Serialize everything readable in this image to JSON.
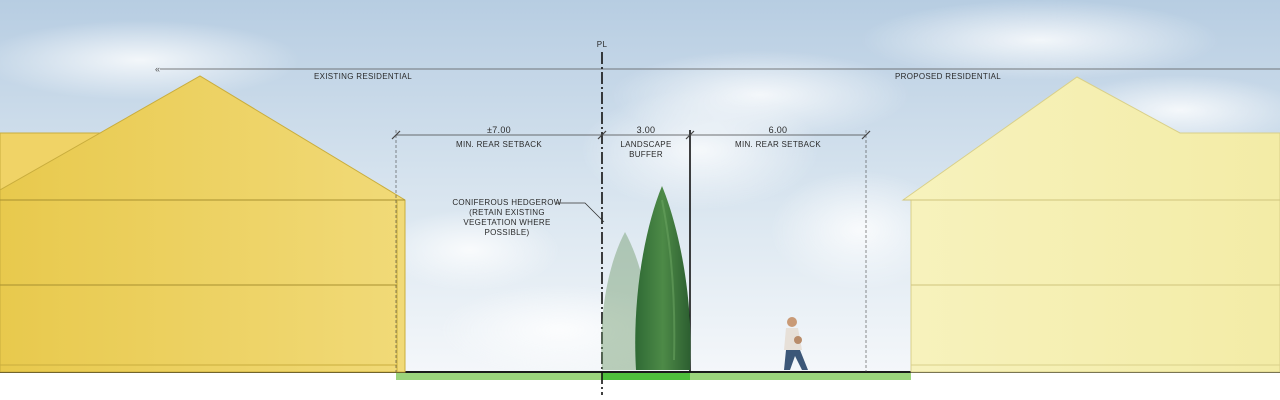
{
  "property_line": {
    "label": "PL"
  },
  "zones": {
    "left": "EXISTING RESIDENTIAL",
    "right": "PROPOSED RESIDENTIAL"
  },
  "dimensions": {
    "left_setback": {
      "value": "±7.00",
      "label": "MIN. REAR SETBACK"
    },
    "buffer": {
      "value": "3.00",
      "label_line1": "LANDSCAPE",
      "label_line2": "BUFFER"
    },
    "right_setback": {
      "value": "6.00",
      "label": "MIN. REAR SETBACK"
    }
  },
  "annotation": {
    "line1": "CONIFEROUS HEDGEROW",
    "line2": "(RETAIN EXISTING",
    "line3": "VEGETATION WHERE",
    "line4": "POSSIBLE)"
  },
  "colors": {
    "existing_house": "#ecd36a",
    "proposed_house": "#f6f0b0",
    "sky": "#bcd3e6",
    "ground": "#8fcf6e",
    "buffer_ground": "#4fbf3c",
    "tree": "#3f7a3a"
  }
}
